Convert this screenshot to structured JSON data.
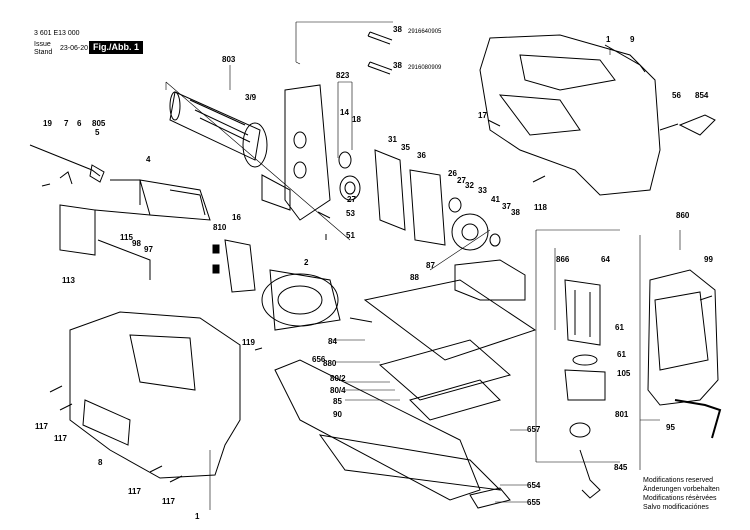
{
  "header": {
    "doc_number": "3 601 E13 000",
    "issue": "Issue",
    "stand": "Stand",
    "date": "23-06-20",
    "figure": "Fig./Abb. 1"
  },
  "notes": [
    "Modifications reserved",
    "Änderungen vorbehalten",
    "Modifications résèrvées",
    "Salvo modificaciónes"
  ],
  "part_numbers": {
    "p38a": "2916640905",
    "p38b": "2916080909"
  },
  "callouts": {
    "c803": "803",
    "c39": "3/9",
    "c823": "823",
    "c14": "14",
    "c18": "18",
    "c27a": "27",
    "c53": "53",
    "c51": "51",
    "c38a": "38",
    "c38b": "38",
    "c1a": "1",
    "c9": "9",
    "c56": "56",
    "c854": "854",
    "c17": "17",
    "c19": "19",
    "c7": "7",
    "c6": "6",
    "c805": "805",
    "c5": "5",
    "c4": "4",
    "c115": "115",
    "c98": "98",
    "c97": "97",
    "c113": "113",
    "c16": "16",
    "c810": "810",
    "c2": "2",
    "c31": "31",
    "c35": "35",
    "c36": "36",
    "c26": "26",
    "c27b": "27",
    "c32": "32",
    "c33": "33",
    "c41": "41",
    "c37": "37",
    "c38c": "38",
    "c118": "118",
    "c860": "860",
    "c866": "866",
    "c64": "64",
    "c99": "99",
    "c87": "87",
    "c88": "88",
    "c84": "84",
    "c880": "880",
    "c802": "80/2",
    "c804": "80/4",
    "c85": "85",
    "c90": "90",
    "c61a": "61",
    "c61b": "61",
    "c105": "105",
    "c801": "801",
    "c95": "95",
    "c845": "845",
    "c119": "119",
    "c656": "656",
    "c657": "657",
    "c654": "654",
    "c655": "655",
    "c117a": "117",
    "c117b": "117",
    "c117c": "117",
    "c117d": "117",
    "c8": "8",
    "c1b": "1"
  }
}
